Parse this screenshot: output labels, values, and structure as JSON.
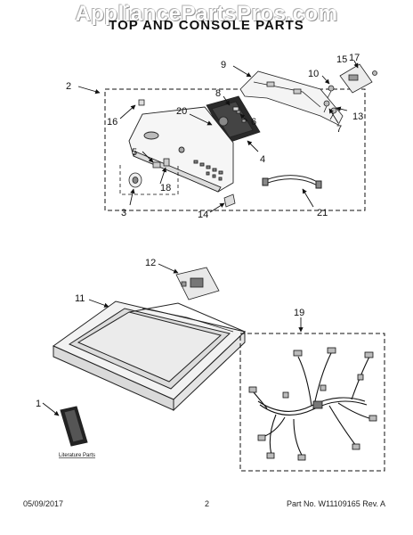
{
  "watermark": "AppliancePartsPros.com",
  "title": "TOP AND CONSOLE PARTS",
  "callouts": {
    "c1": "1",
    "c2": "2",
    "c3": "3",
    "c4": "4",
    "c5": "5",
    "c6": "6",
    "c7": "7",
    "c8": "8",
    "c9": "9",
    "c10": "10",
    "c11": "11",
    "c12": "12",
    "c13": "13",
    "c14": "14",
    "c15": "15",
    "c16": "16",
    "c17": "17",
    "c18": "18",
    "c19": "19",
    "c20": "20",
    "c21": "21"
  },
  "literature_label": "Literature Parts",
  "footer": {
    "date": "05/09/2017",
    "page": "2",
    "part_no": "Part No.  W11109165  Rev.  A"
  }
}
